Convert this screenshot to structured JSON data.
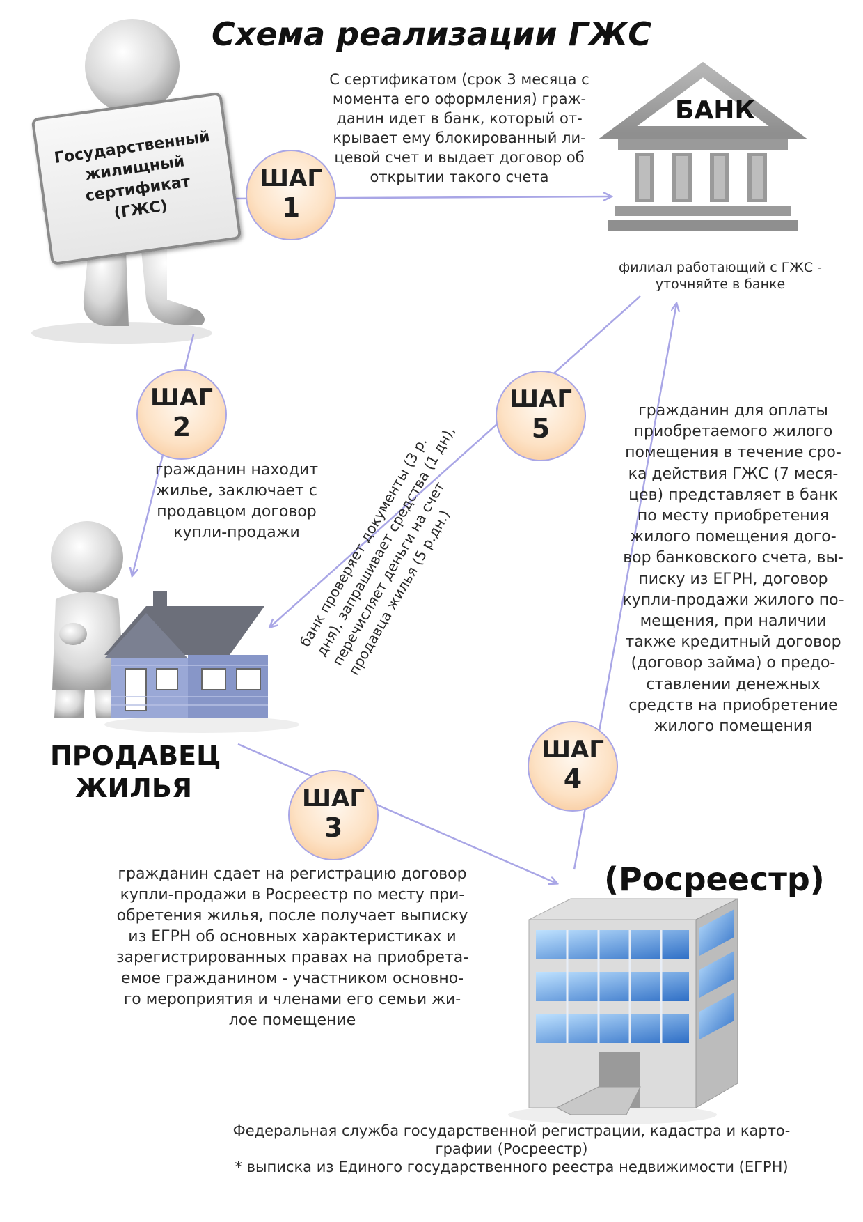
{
  "title": "Схема реализации ГЖС",
  "certificate_lines": [
    "Государственный",
    "жилищный",
    "сертификат",
    "(ГЖС)"
  ],
  "bank": {
    "label": "БАНК",
    "note_lines": [
      "филиал работающий с ГЖС -",
      "уточняйте в банке"
    ]
  },
  "seller_lines": [
    "ПРОДАВЕЦ",
    "ЖИЛЬЯ"
  ],
  "rosreestr_label": "(Росреестр)",
  "steps": [
    {
      "word": "ШАГ",
      "num": "1"
    },
    {
      "word": "ШАГ",
      "num": "2"
    },
    {
      "word": "ШАГ",
      "num": "3"
    },
    {
      "word": "ШАГ",
      "num": "4"
    },
    {
      "word": "ШАГ",
      "num": "5"
    }
  ],
  "step1_text": [
    "С сертификатом (срок 3 месяца с",
    "момента его оформления) граж-",
    "данин идет в банк, который от-",
    "крывает ему блокированный ли-",
    "цевой счет и выдает договор об",
    "открытии такого счета"
  ],
  "step2_text": [
    "гражданин находит",
    "жилье, заключает с",
    "продавцом договор",
    "купли-продажи"
  ],
  "step3_text": [
    "гражданин  сдает на регистрацию договор",
    "купли-продажи в Росреестр по месту при-",
    "обретения жилья, после получает выписку",
    "из ЕГРН  об основных характеристиках и",
    "зарегистрированных правах на приобрета-",
    "емое гражданином - участником основно-",
    "го мероприятия и членами его семьи жи-",
    "лое помещение"
  ],
  "step4_text": [
    "гражданин  для оплаты",
    "приобретаемого жилого",
    "помещения в течение сро-",
    "ка действия ГЖС (7 меся-",
    "цев) представляет  в банк",
    "по месту приобретения",
    "жилого помещения дого-",
    "вор банковского счета, вы-",
    "писку из ЕГРН, договор",
    "купли-продажи жилого по-",
    "мещения, при наличии",
    "также кредитный договор",
    "(договор займа) о предо-",
    "ставлении денежных",
    "средств на приобретение",
    "жилого помещения"
  ],
  "step5_text": [
    "банк  проверяет документы (3 р.",
    "дня), запрашивает средства  (1 дн),",
    "перечисляет  деньги на счет",
    "продавца жилья   (5 р.дн.)"
  ],
  "footer_lines": [
    "Федеральная служба государственной регистрации, кадастра и карто-",
    "графии (Росреестр)",
    "* выписка из Единого государственного реестра недвижимости (ЕГРН)"
  ],
  "colors": {
    "arrow": "#a9a6e6",
    "step_fill": "#f6c08d",
    "bank_gray": "#9a9a9a",
    "house_blue": "#9aa8d6",
    "building_blue": "#3a78c8"
  },
  "icons": [
    "person-figure-icon",
    "bank-building-icon",
    "house-icon",
    "office-building-icon"
  ]
}
